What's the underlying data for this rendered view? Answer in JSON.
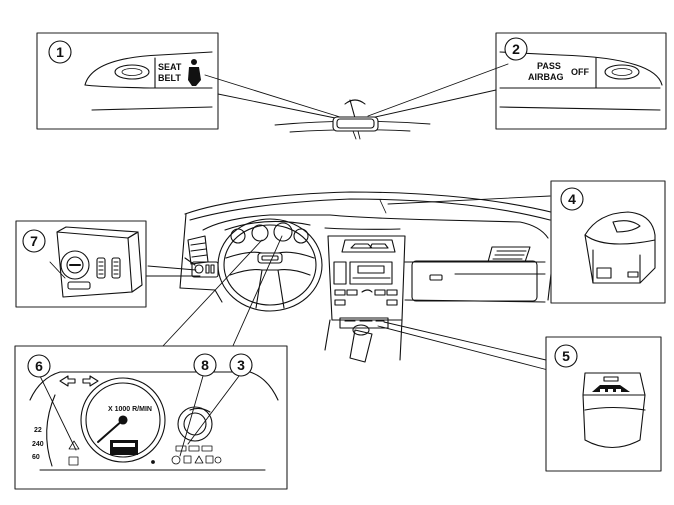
{
  "callouts": {
    "c1": "1",
    "c2": "2",
    "c3": "3",
    "c4": "4",
    "c5": "5",
    "c6": "6",
    "c7": "7",
    "c8": "8"
  },
  "panel1": {
    "line1": "SEAT",
    "line2": "BELT"
  },
  "panel2": {
    "line1": "PASS",
    "line2": "AIRBAG",
    "off": "OFF"
  },
  "cluster": {
    "rpm_label": "X 1000 R/MIN",
    "scale_left_a": "22",
    "scale_left_b": "240",
    "scale_left_c": "60"
  }
}
